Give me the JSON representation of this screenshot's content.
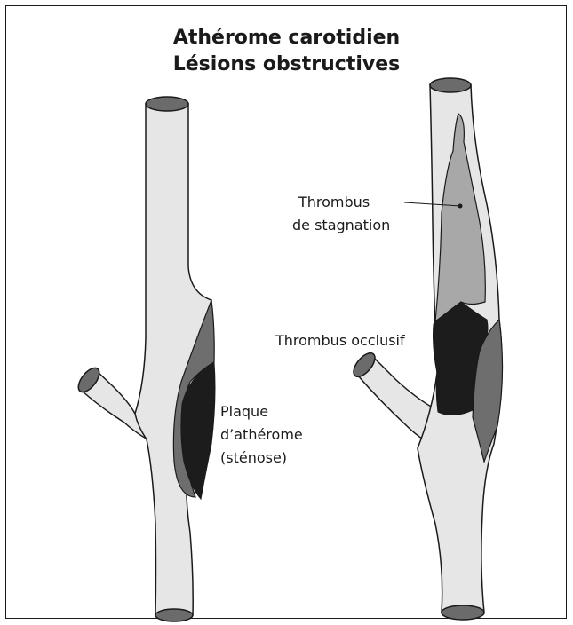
{
  "title": {
    "line1": "Athérome carotidien",
    "line2": "Lésions obstructives"
  },
  "labels": {
    "plaque": [
      "Plaque",
      "d’athérome",
      "(sténose)"
    ],
    "thrombus_stagnation": [
      "Thrombus",
      "de stagnation"
    ],
    "thrombus_occlusif": "Thrombus occlusif"
  },
  "colors": {
    "vessel": "#e6e6e6",
    "vessel_outline": "#1a1a1a",
    "vessel_opening": "#6b6b6b",
    "plaque_outer": "#6e6e6e",
    "plaque_core": "#1c1c1c",
    "thrombus_stagnation": "#a8a8a8",
    "thrombus_occlusif": "#1c1c1c"
  }
}
